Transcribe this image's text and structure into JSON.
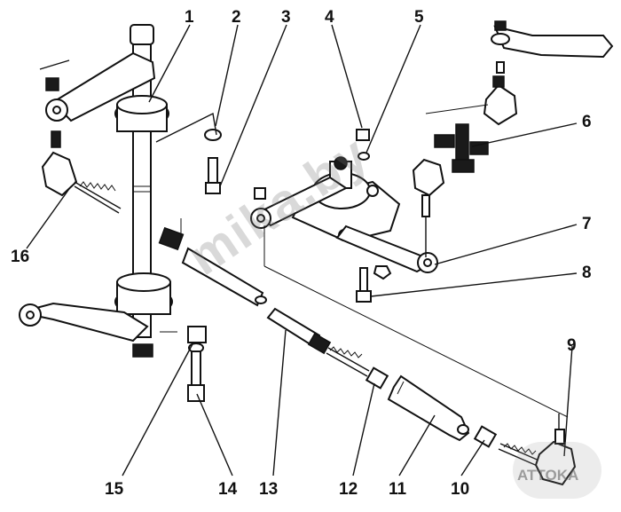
{
  "callouts": [
    "1",
    "2",
    "3",
    "4",
    "5",
    "6",
    "7",
    "8",
    "9",
    "10",
    "11",
    "12",
    "13",
    "14",
    "15",
    "16"
  ],
  "watermark": {
    "main": "mika.by",
    "badge": "ATTOKA"
  },
  "colors": {
    "ink": "#111111",
    "paper": "#ffffff",
    "watermark": "#8a8a8a"
  }
}
